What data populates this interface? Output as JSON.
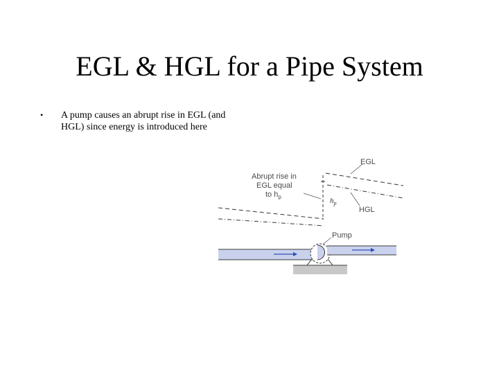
{
  "slide": {
    "title": "EGL & HGL for a Pipe System",
    "bullets": [
      {
        "marker": "•",
        "line1": "A pump causes an abrupt rise in EGL (and",
        "line2": "HGL) since energy is introduced here"
      }
    ]
  },
  "diagram": {
    "label_egl": "EGL",
    "label_hgl": "HGL",
    "label_pump": "Pump",
    "label_rise_line1": "Abrupt rise in",
    "label_rise_line2": "EGL equal",
    "label_rise_line3": "to h",
    "label_rise_sub": "p",
    "label_hp": "h",
    "label_hp_sub": "p",
    "colors": {
      "pipe_fill": "#c9d1ec",
      "pipe_edge": "#3a3a3a",
      "flow_arrow": "#2e4fb5",
      "ground_fill": "#c8c8c8",
      "line_color": "#333333"
    }
  }
}
